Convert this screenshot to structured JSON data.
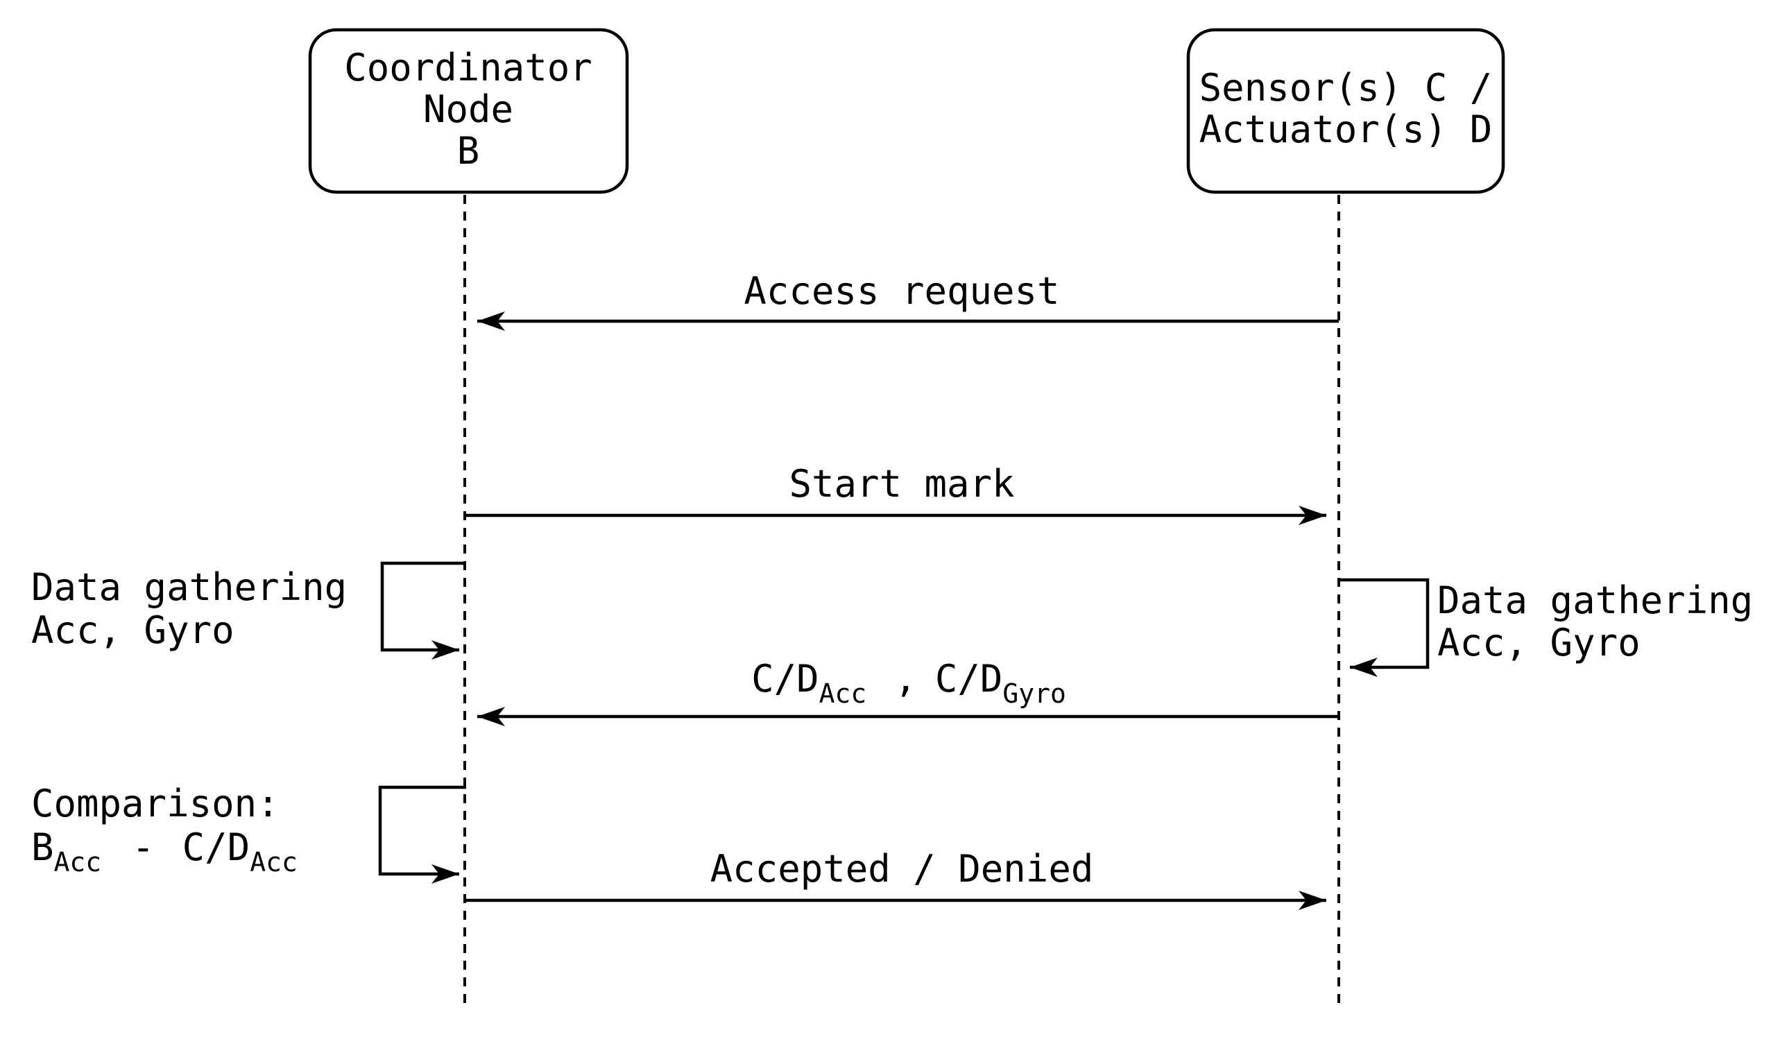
{
  "diagram_type": "sequence-diagram",
  "colors": {
    "stroke": "#000000",
    "background": "#ffffff",
    "text": "#000000"
  },
  "actors": {
    "coordinator": {
      "line1": "Coordinator",
      "line2": "Node",
      "line3": "B"
    },
    "sensor": {
      "line1": "Sensor(s) C /",
      "line2": "Actuator(s) D"
    }
  },
  "messages": {
    "access_request": {
      "label": "Access request",
      "direction": "sensor-to-coordinator"
    },
    "start_mark": {
      "label": "Start mark",
      "direction": "coordinator-to-sensor"
    },
    "data_values": {
      "part1": "C/D",
      "sub1": "Acc",
      "separator": ",",
      "part2": "C/D",
      "sub2": "Gyro",
      "direction": "sensor-to-coordinator"
    },
    "accepted_denied": {
      "label": "Accepted / Denied",
      "direction": "coordinator-to-sensor"
    }
  },
  "self_actions": {
    "coordinator_gathering": {
      "line1": "Data gathering",
      "line2": "Acc, Gyro"
    },
    "sensor_gathering": {
      "line1": "Data gathering",
      "line2": "Acc, Gyro"
    },
    "comparison": {
      "line1": "Comparison:",
      "b": "B",
      "b_sub": "Acc",
      "operator": "-",
      "cd": "C/D",
      "cd_sub": "Acc"
    }
  }
}
